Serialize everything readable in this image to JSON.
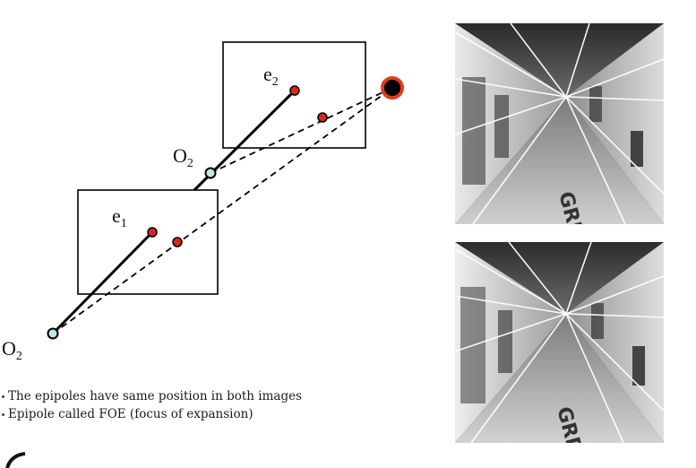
{
  "diagram": {
    "labels": {
      "e2_base": "e",
      "e2_sub": "2",
      "e1_base": "e",
      "e1_sub": "1",
      "o2_upper_base": "O",
      "o2_upper_sub": "2",
      "o2_lower_base": "O",
      "o2_lower_sub": "2"
    },
    "colors": {
      "epipole_red": "#d42a1a",
      "camera_center_fill": "#bfe6e8",
      "foe_ring": "#e23a1f",
      "foe_core": "#000000",
      "line": "#000000"
    }
  },
  "bullets": [
    "The epipoles have same position in both images",
    "Epipole called FOE (focus of expansion)"
  ],
  "photos": [
    {
      "name": "corridor-photo-top",
      "content": "corridor-with-epipolar-lines"
    },
    {
      "name": "corridor-photo-bottom",
      "content": "corridor-with-epipolar-lines"
    }
  ]
}
